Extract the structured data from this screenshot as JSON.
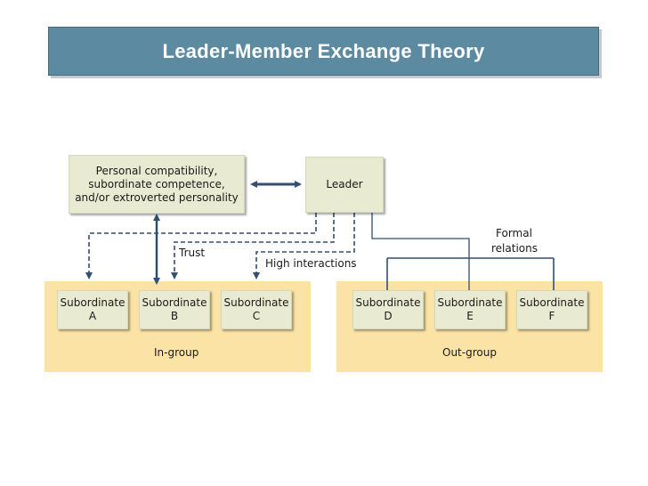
{
  "title": "Leader-Member Exchange Theory",
  "factors_box": {
    "line1": "Personal compatibility,",
    "line2": "subordinate competence,",
    "line3": "and/or extroverted personality"
  },
  "leader": "Leader",
  "labels": {
    "trust": "Trust",
    "high_interactions": "High interactions",
    "formal_relations_1": "Formal",
    "formal_relations_2": "relations"
  },
  "subordinates": [
    {
      "title": "Subordinate",
      "letter": "A"
    },
    {
      "title": "Subordinate",
      "letter": "B"
    },
    {
      "title": "Subordinate",
      "letter": "C"
    },
    {
      "title": "Subordinate",
      "letter": "D"
    },
    {
      "title": "Subordinate",
      "letter": "E"
    },
    {
      "title": "Subordinate",
      "letter": "F"
    }
  ],
  "groups": {
    "in_group": "In-group",
    "out_group": "Out-group"
  },
  "colors": {
    "title_bar": "#5b8aa1",
    "group_panel": "#fbe3a6",
    "box_fill": "#e8ebd1",
    "connector": "#2f4f73"
  }
}
